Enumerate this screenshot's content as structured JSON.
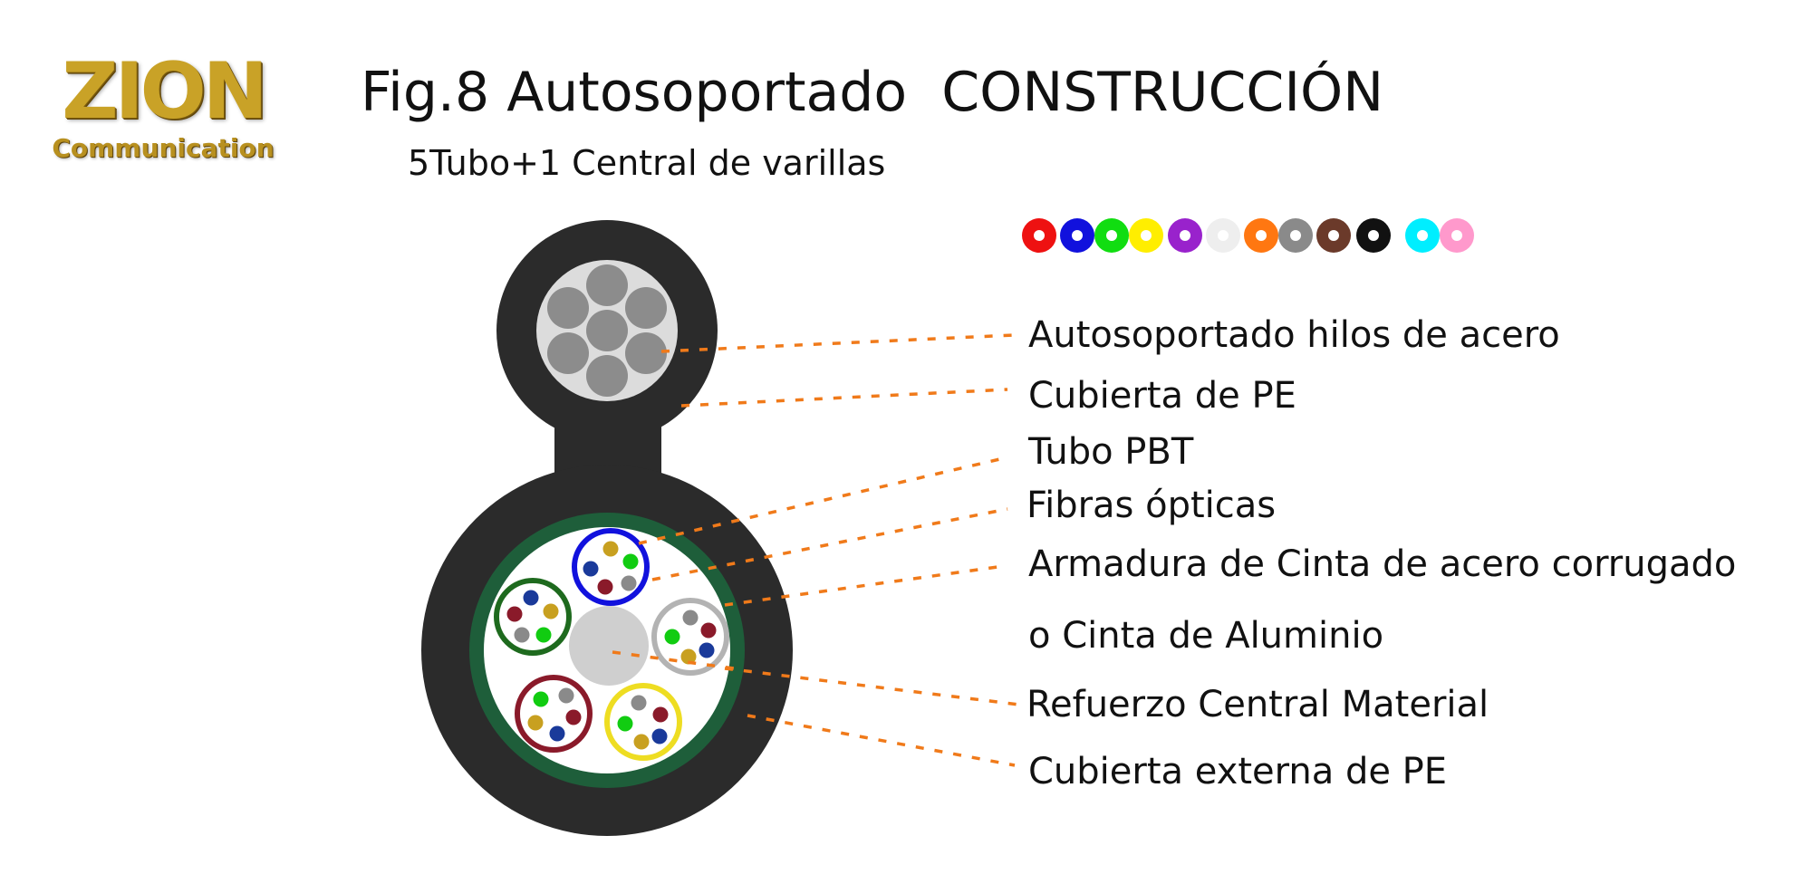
{
  "logo": {
    "name": "ZION",
    "subtitle": "Communication"
  },
  "title": "Fig.8 Autosoportado  CONSTRUCCIÓN",
  "subtitle": "5Tubo+1 Central de varillas",
  "fiber_colors": [
    "#ee1111",
    "#1111dd",
    "#11dd11",
    "#ffee00",
    "#9922cc",
    "#eeeeee",
    "#ff7711",
    "#8a8a8a",
    "#6b3a2a",
    "#111111",
    "#00eeff",
    "#ff99cc"
  ],
  "labels": [
    {
      "id": "steel-wires",
      "text": "Autosoportado hilos de acero"
    },
    {
      "id": "pe-sheath",
      "text": "Cubierta de PE"
    },
    {
      "id": "pbt-tube",
      "text": "Tubo PBT"
    },
    {
      "id": "optical-fibers",
      "text": "Fibras ópticas"
    },
    {
      "id": "armor",
      "text": "Armadura de Cinta de acero corrugado"
    },
    {
      "id": "armor-alt",
      "text": "o Cinta de Aluminio"
    },
    {
      "id": "central-member",
      "text": "Refuerzo Central Material"
    },
    {
      "id": "outer-sheath",
      "text": "Cubierta externa de PE"
    }
  ],
  "colors": {
    "sheath": "#2b2b2b",
    "armor": "#1e5e3a",
    "steel_wire": "#8c8c8c",
    "central_member": "#cfcfcf",
    "leader": "#f07a1a"
  }
}
